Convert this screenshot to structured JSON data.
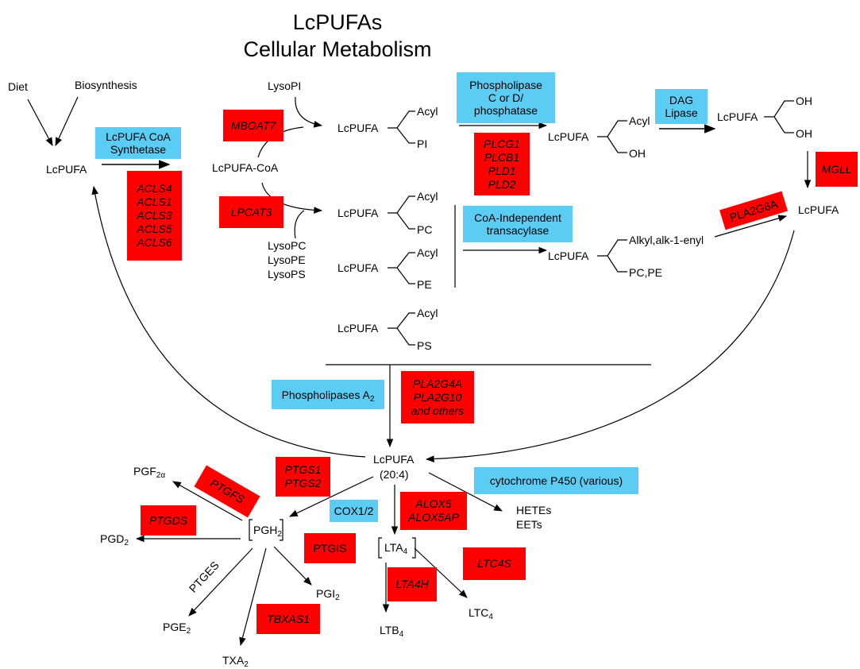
{
  "title": {
    "line1": "LcPUFAs",
    "line2": "Cellular Metabolism"
  },
  "sources": {
    "diet": "Diet",
    "biosynthesis": "Biosynthesis"
  },
  "nodes": {
    "lcpufa_left": "LcPUFA",
    "lcpufa_coa": "LcPUFA-CoA",
    "lysopi": "LysoPI",
    "lysopc": "LysoPC",
    "lysope": "LysoPE",
    "lysops": "LysoPS",
    "lcpufa_pi": "LcPUFA",
    "acyl_pi": "Acyl",
    "pi": "PI",
    "lcpufa_pc": "LcPUFA",
    "acyl_pc": "Acyl",
    "pc": "PC",
    "lcpufa_pe": "LcPUFA",
    "acyl_pe": "Acyl",
    "pe": "PE",
    "lcpufa_ps": "LcPUFA",
    "acyl_ps": "Acyl",
    "ps": "PS",
    "lcpufa_dag": "LcPUFA",
    "acyl_dag": "Acyl",
    "oh_dag": "OH",
    "lcpufa_mag": "LcPUFA",
    "oh1_mag": "OH",
    "oh2_mag": "OH",
    "lcpufa_right": "LcPUFA",
    "lcpufa_ether": "LcPUFA",
    "alkyl": "Alkyl,alk-1-enyl",
    "pcpe": "PC,PE",
    "lcpufa_center": "LcPUFA",
    "c204": "(20:4)",
    "pgf_base": "PGF",
    "pgf_sub": "2α",
    "pgd_base": "PGD",
    "pgd_sub": "2",
    "pgh_base": "PGH",
    "pgh_sub": "2",
    "pge_base": "PGE",
    "pge_sub": "2",
    "txa_base": "TXA",
    "txa_sub": "2",
    "pgi_base": "PGI",
    "pgi_sub": "2",
    "lta_base": "LTA",
    "lta_sub": "4",
    "ltb_base": "LTB",
    "ltb_sub": "4",
    "ltc_base": "LTC",
    "ltc_sub": "4",
    "hetes": "HETEs",
    "eets": "EETs",
    "ptges": "PTGES"
  },
  "enzymes_blue": {
    "csynth_1": "LcPUFA CoA",
    "csynth_2": "Synthetase",
    "plc_1": "Phospholipase",
    "plc_2": "C or D/",
    "plc_3": "phosphatase",
    "dag_1": "DAG",
    "dag_2": "Lipase",
    "coa_ind_1": "CoA-Independent",
    "coa_ind_2": "transacylase",
    "pla2_base": "Phospholipases A",
    "pla2_sub": "2",
    "cox": "COX1/2",
    "cyp": "cytochrome P450  (various)"
  },
  "genes_red": {
    "acls": [
      "ACLS4",
      "ACLS1",
      "ACLS3",
      "ACLS5",
      "ACLS6"
    ],
    "mboat7": "MBOAT7",
    "lpcat3": "LPCAT3",
    "plc_genes": [
      "PLCG1",
      "PLCB1",
      "PLD1",
      "PLD2"
    ],
    "mgll": "MGLL",
    "pla2g6a": "PLA2G6A",
    "pla2_genes": [
      "PLA2G4A",
      "PLA2G10",
      "and others"
    ],
    "ptgs": [
      "PTGS1",
      "PTGS2"
    ],
    "ptgfs": "PTGFS",
    "ptgds": "PTGDS",
    "ptgis": "PTGIS",
    "tbxas1": "TBXAS1",
    "alox": [
      "ALOX5",
      "ALOX5AP"
    ],
    "lta4h": "LTA4H",
    "ltc4s": "LTC4S"
  },
  "colors": {
    "blue_box": "#5bcdf5",
    "red_box": "#ff0000",
    "line": "#000000"
  }
}
